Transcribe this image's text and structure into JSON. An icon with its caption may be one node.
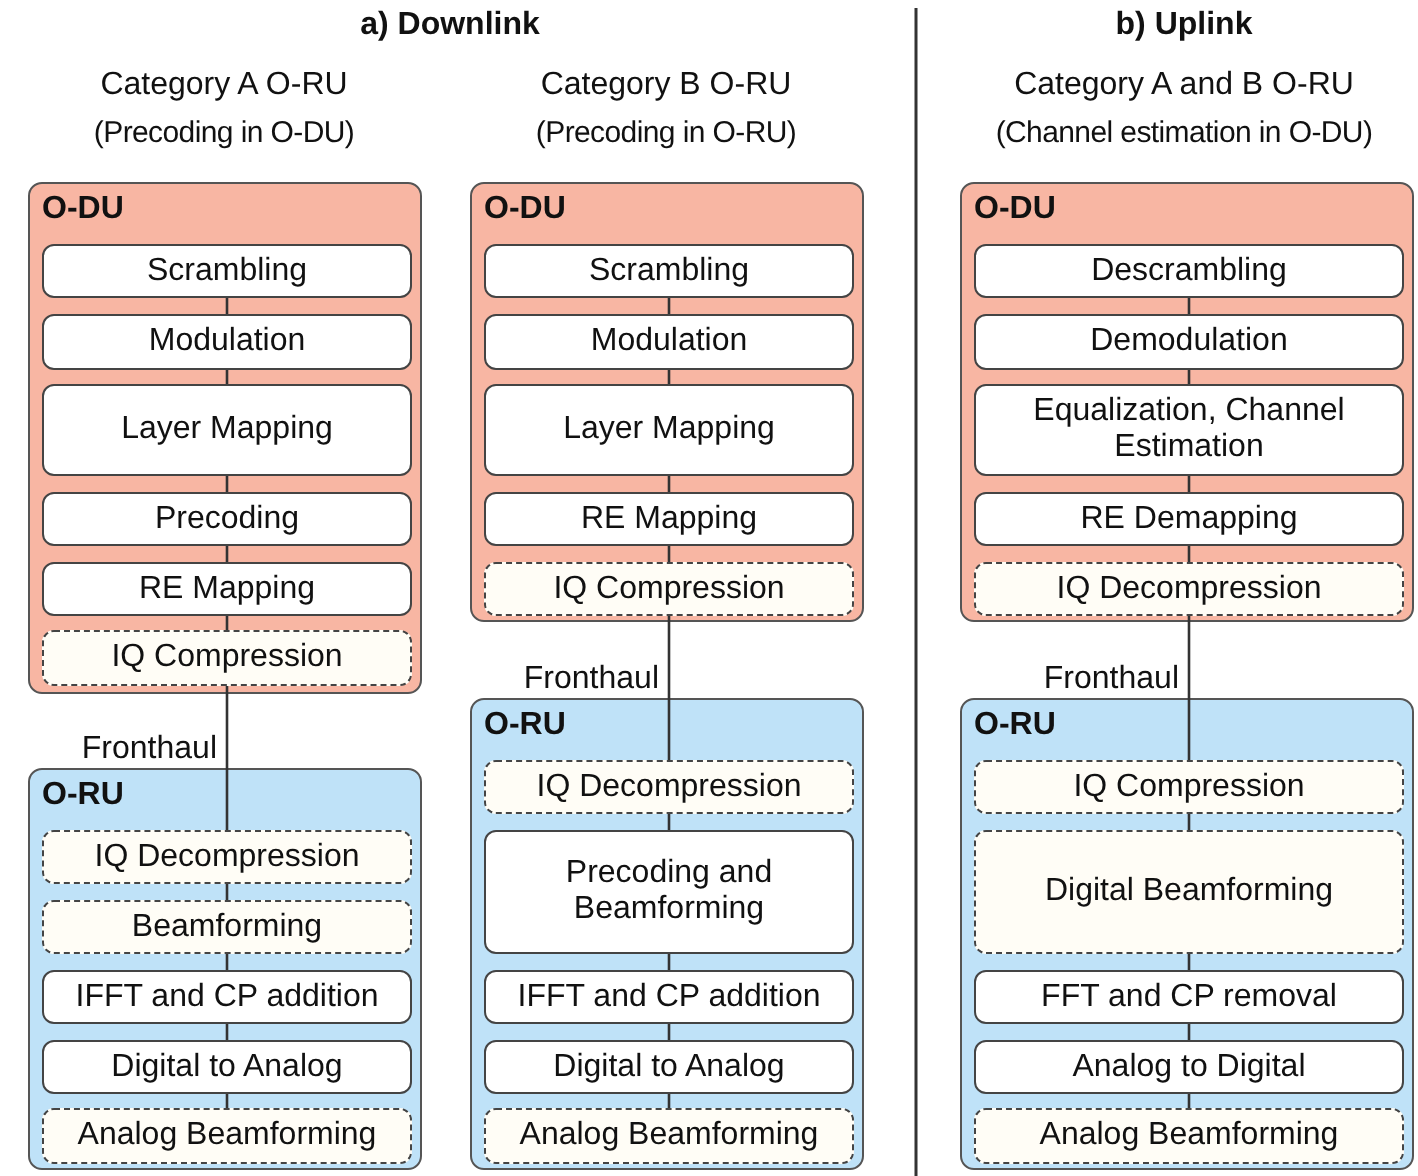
{
  "diagram": {
    "nodes": [
      {
        "text": [
          "O-DU"
        ]
      },
      {
        "text": [
          "Scrambling"
        ],
        "in": 0
      },
      {
        "text": [
          "Modulation"
        ],
        "in": 0
      },
      {
        "text": [
          "Layer Mapping"
        ],
        "in": 0
      },
      {
        "text": [
          "Precoding"
        ],
        "in": 0
      },
      {
        "text": [
          "RE Mapping"
        ],
        "in": 0
      },
      {
        "text": [
          "IQ Compression"
        ],
        "in": 0
      },
      {
        "text": [
          "O-RU"
        ]
      },
      {
        "text": [
          "IQ Decompression"
        ],
        "in": 7
      },
      {
        "text": [
          "Beamforming"
        ],
        "in": 7
      },
      {
        "text": [
          "IFFT and CP addition"
        ],
        "in": 7
      },
      {
        "text": [
          "Digital to Analog"
        ],
        "in": 7
      },
      {
        "text": [
          "Analog Beamforming"
        ],
        "in": 7
      },
      {
        "text": [
          "O-DU"
        ]
      },
      {
        "text": [
          "Scrambling"
        ],
        "in": 13
      },
      {
        "text": [
          "Modulation"
        ],
        "in": 13
      },
      {
        "text": [
          "Layer Mapping"
        ],
        "in": 13
      },
      {
        "text": [
          "RE Mapping"
        ],
        "in": 13
      },
      {
        "text": [
          "IQ Compression"
        ],
        "in": 13
      },
      {
        "text": [
          "O-RU"
        ]
      },
      {
        "text": [
          "IQ Decompression"
        ],
        "in": 19
      },
      {
        "text": [
          "Precoding and Beamforming"
        ],
        "in": 19
      },
      {
        "text": [
          "IFFT and CP addition"
        ],
        "in": 19
      },
      {
        "text": [
          "Digital to Analog"
        ],
        "in": 19
      },
      {
        "text": [
          "Analog Beamforming"
        ],
        "in": 19
      },
      {
        "text": [
          "O-DU"
        ]
      },
      {
        "text": [
          "Descrambling"
        ],
        "in": 25
      },
      {
        "text": [
          "Demodulation"
        ],
        "in": 25
      },
      {
        "text": [
          "Equalization, Channel Estimation"
        ],
        "in": 25
      },
      {
        "text": [
          "RE Demapping"
        ],
        "in": 25
      },
      {
        "text": [
          "IQ Decompression"
        ],
        "in": 25
      },
      {
        "text": [
          "O-RU"
        ]
      },
      {
        "text": [
          "IQ Compression"
        ],
        "in": 31
      },
      {
        "text": [
          "Digital Beamforming"
        ],
        "in": 31
      },
      {
        "text": [
          "FFT and CP removal"
        ],
        "in": 31
      },
      {
        "text": [
          "Analog to Digital"
        ],
        "in": 31
      },
      {
        "text": [
          "Analog Beamforming"
        ],
        "in": 31
      }
    ],
    "edges": [
      {
        "from": 1,
        "to": 2,
        "arrow": "none"
      },
      {
        "from": 2,
        "to": 3,
        "arrow": "none"
      },
      {
        "from": 3,
        "to": 4,
        "arrow": "none"
      },
      {
        "from": 4,
        "to": 5,
        "arrow": "none"
      },
      {
        "from": 5,
        "to": 6,
        "arrow": "none"
      },
      {
        "from": 6,
        "to": 8,
        "arrow": "none",
        "label": "Fronthaul"
      },
      {
        "from": 8,
        "to": 9,
        "arrow": "none"
      },
      {
        "from": 9,
        "to": 10,
        "arrow": "none"
      },
      {
        "from": 10,
        "to": 11,
        "arrow": "none"
      },
      {
        "from": 11,
        "to": 12,
        "arrow": "none"
      },
      {
        "from": 14,
        "to": 15,
        "arrow": "none"
      },
      {
        "from": 15,
        "to": 16,
        "arrow": "none"
      },
      {
        "from": 16,
        "to": 17,
        "arrow": "none"
      },
      {
        "from": 17,
        "to": 18,
        "arrow": "none"
      },
      {
        "from": 18,
        "to": 20,
        "arrow": "none",
        "label": "Fronthaul"
      },
      {
        "from": 20,
        "to": 21,
        "arrow": "none"
      },
      {
        "from": 21,
        "to": 22,
        "arrow": "none"
      },
      {
        "from": 22,
        "to": 23,
        "arrow": "none"
      },
      {
        "from": 23,
        "to": 24,
        "arrow": "none"
      },
      {
        "from": 26,
        "to": 27,
        "arrow": "none"
      },
      {
        "from": 27,
        "to": 28,
        "arrow": "none"
      },
      {
        "from": 28,
        "to": 29,
        "arrow": "none"
      },
      {
        "from": 29,
        "to": 30,
        "arrow": "none"
      },
      {
        "from": 30,
        "to": 32,
        "arrow": "none",
        "label": "Fronthaul"
      },
      {
        "from": 32,
        "to": 33,
        "arrow": "none"
      },
      {
        "from": 33,
        "to": 34,
        "arrow": "none"
      },
      {
        "from": 34,
        "to": 35,
        "arrow": "none"
      },
      {
        "from": 35,
        "to": 36,
        "arrow": "none"
      }
    ],
    "labels": [
      "a) Downlink",
      "b) Uplink",
      "Category A O-RU",
      "Category B O-RU",
      "Category A and B O-RU",
      "(Precoding in O-DU)",
      "(Precoding in O-RU)",
      "(Channel estimation in O-DU)"
    ]
  }
}
